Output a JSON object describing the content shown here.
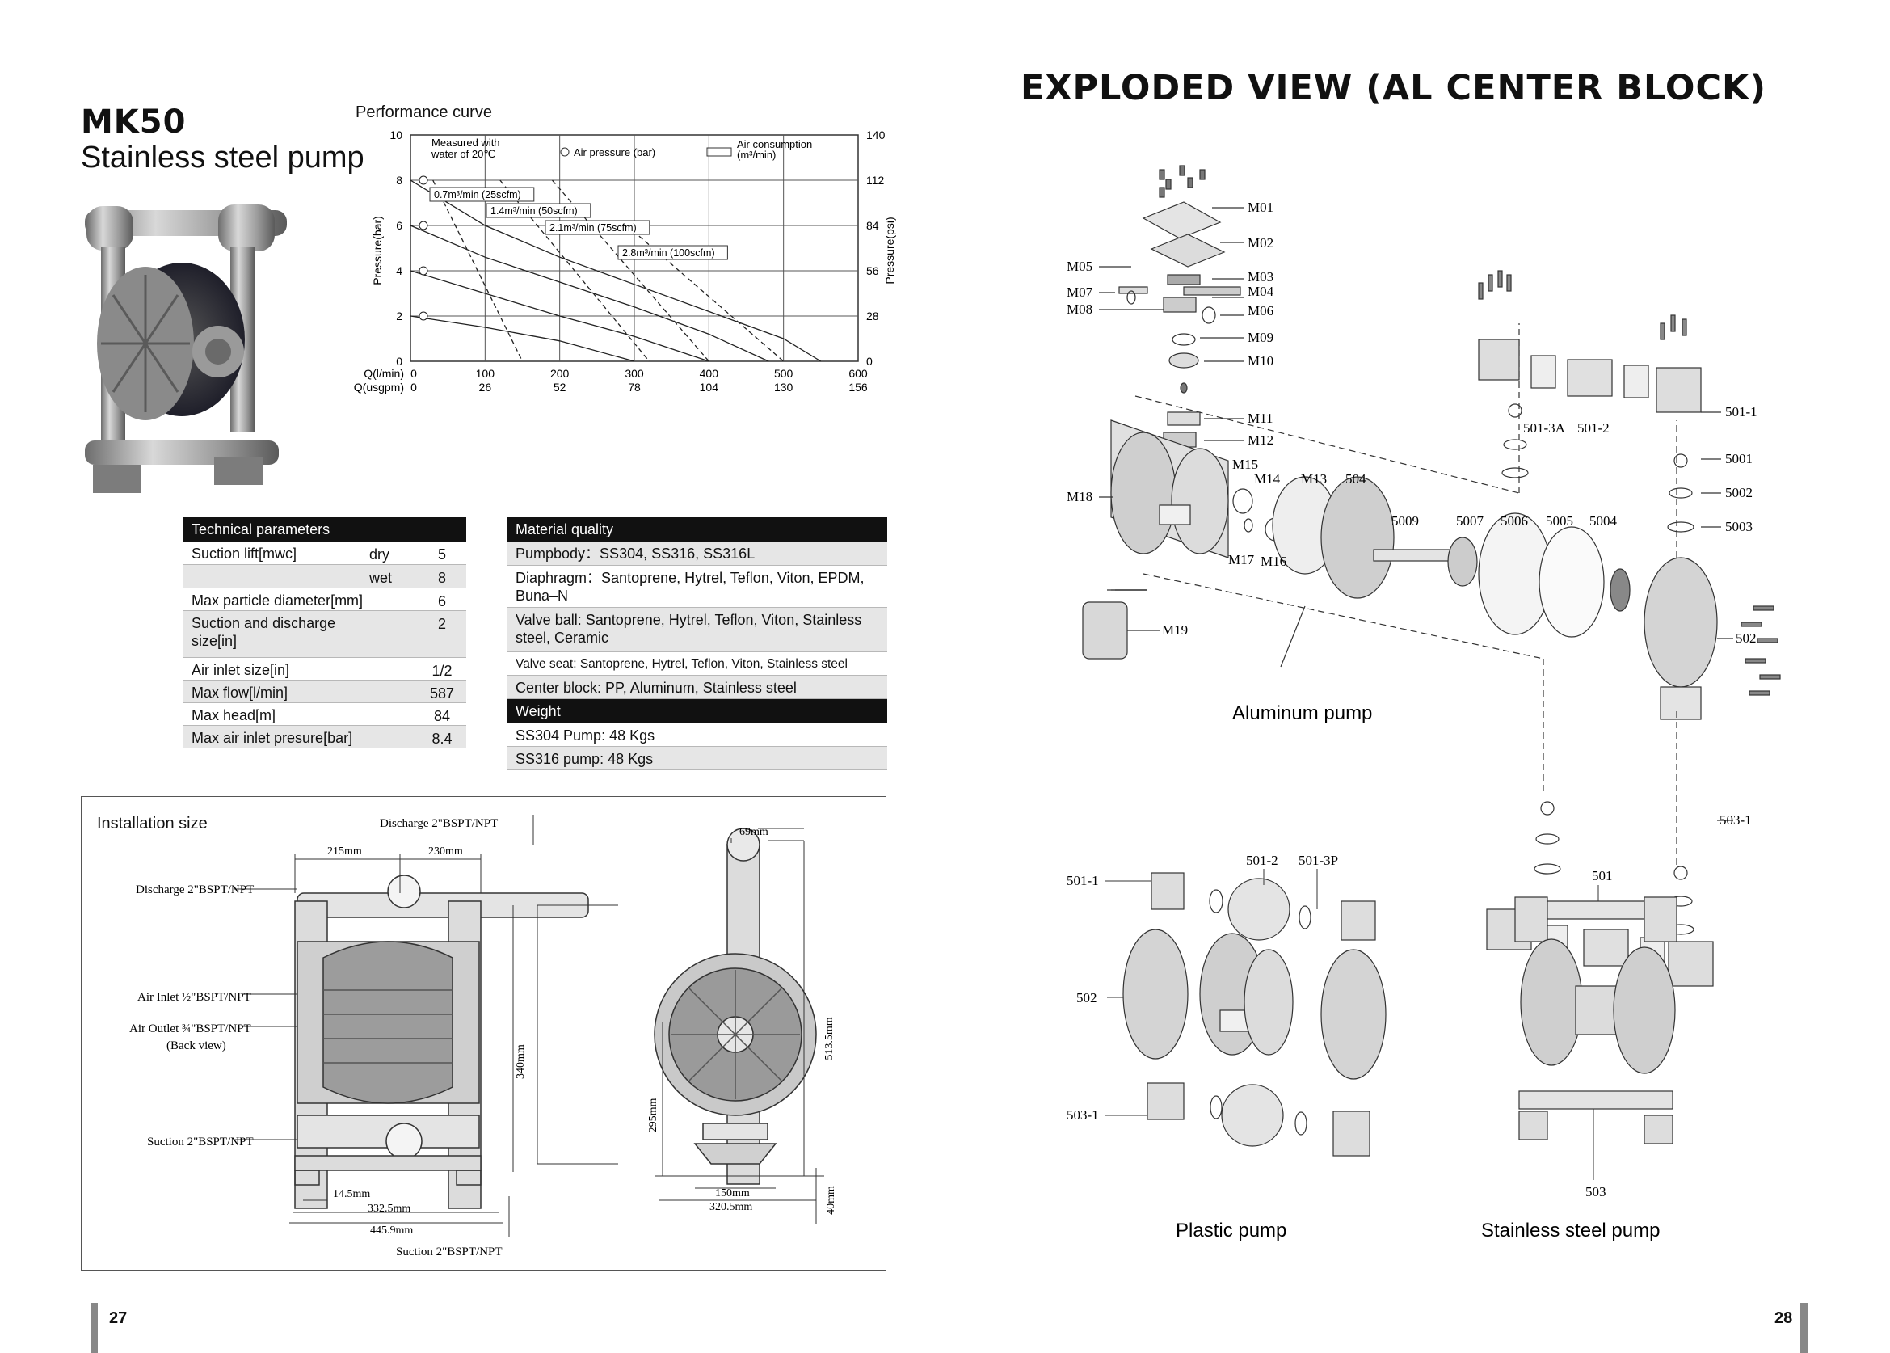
{
  "left_page": {
    "model": "MK50",
    "subtitle": "Stainless steel pump",
    "page_number": "27"
  },
  "performance": {
    "title": "Performance curve",
    "legend": {
      "measured": "Measured with water of 20℃",
      "air_pressure": "Air pressure (bar)",
      "air_consumption": "Air consumption (m³/min)"
    },
    "curve_labels": [
      "0.7m³/min (25scfm)",
      "1.4m³/min (50scfm)",
      "2.1m³/min (75scfm)",
      "2.8m³/min (100scfm)"
    ],
    "ylabel_left": "Pressure(bar)",
    "ylabel_right": "Pressure(psi)",
    "x_row1_label": "Q(l/min)",
    "x_row2_label": "Q(usgpm)",
    "x_lpm": [
      "0",
      "100",
      "200",
      "300",
      "400",
      "500",
      "600"
    ],
    "x_usgpm": [
      "0",
      "26",
      "52",
      "78",
      "104",
      "130",
      "156"
    ],
    "y_bar": [
      "10",
      "8",
      "6",
      "4",
      "2",
      "0"
    ],
    "y_psi": [
      "140",
      "112",
      "84",
      "56",
      "28",
      "0"
    ]
  },
  "chart_data": {
    "type": "line",
    "title": "Performance curve",
    "xlabel": "Q(l/min)",
    "ylabel": "Pressure(bar)",
    "xlim": [
      0,
      600
    ],
    "ylim": [
      0,
      10
    ],
    "grid": true,
    "series": [
      {
        "name": "",
        "style": "solid",
        "x": [
          0,
          100,
          200,
          300,
          400,
          500,
          550
        ],
        "y": [
          8.0,
          6.0,
          4.6,
          3.4,
          2.2,
          1.0,
          0
        ]
      },
      {
        "name": "",
        "style": "solid",
        "x": [
          0,
          100,
          200,
          300,
          400,
          480
        ],
        "y": [
          6.0,
          4.6,
          3.5,
          2.4,
          1.2,
          0
        ]
      },
      {
        "name": "",
        "style": "solid",
        "x": [
          0,
          100,
          200,
          300,
          400
        ],
        "y": [
          4.0,
          3.0,
          2.0,
          1.1,
          0
        ]
      },
      {
        "name": "",
        "style": "solid",
        "x": [
          0,
          100,
          200,
          300
        ],
        "y": [
          2.0,
          1.5,
          0.9,
          0
        ]
      },
      {
        "name": "0.7m³/min (25scfm)",
        "style": "dashed",
        "x": [
          30,
          150
        ],
        "y": [
          8.0,
          0
        ]
      },
      {
        "name": "1.4m³/min (50scfm)",
        "style": "dashed",
        "x": [
          120,
          320
        ],
        "y": [
          8.0,
          0
        ]
      },
      {
        "name": "2.1m³/min (75scfm)",
        "style": "dashed",
        "x": [
          190,
          400
        ],
        "y": [
          8.0,
          0
        ]
      },
      {
        "name": "2.8m³/min (100scfm)",
        "style": "dashed",
        "x": [
          290,
          500
        ],
        "y": [
          6.0,
          0
        ]
      }
    ]
  },
  "technical": {
    "header": "Technical parameters",
    "rows": [
      {
        "label": "Suction lift[mwc]",
        "sub": "dry",
        "value": "5"
      },
      {
        "label": "",
        "sub": "wet",
        "value": "8"
      },
      {
        "label": "Max particle diameter[mm]",
        "sub": "",
        "value": "6"
      },
      {
        "label": "Suction and discharge size[in]",
        "sub": "",
        "value": "2"
      },
      {
        "label": "Air inlet size[in]",
        "sub": "",
        "value": "1/2"
      },
      {
        "label": "Max flow[l/min]",
        "sub": "",
        "value": "587"
      },
      {
        "label": "Max head[m]",
        "sub": "",
        "value": "84"
      },
      {
        "label": "Max air inlet presure[bar]",
        "sub": "",
        "value": "8.4"
      }
    ]
  },
  "material": {
    "header": "Material quality",
    "rows": [
      "Pumpbody：SS304, SS316, SS316L",
      "Diaphragm：Santoprene, Hytrel, Teflon, Viton, EPDM, Buna–N",
      "Valve ball: Santoprene, Hytrel, Teflon, Viton, Stainless steel, Ceramic",
      "Valve seat: Santoprene, Hytrel, Teflon, Viton, Stainless steel",
      "Center block: PP, Aluminum, Stainless steel"
    ],
    "weight_header": "Weight",
    "weight_rows": [
      "SS304 Pump: 48 Kgs",
      "SS316 pump: 48 Kgs"
    ]
  },
  "installation": {
    "title": "Installation size",
    "labels": {
      "discharge_top": "Discharge 2\"BSPT/NPT",
      "discharge_left": "Discharge 2\"BSPT/NPT",
      "air_inlet": "Air Inlet ½\"BSPT/NPT",
      "air_outlet": "Air Outlet ¾\"BSPT/NPT",
      "back_view": "(Back view)",
      "suction_left": "Suction 2\"BSPT/NPT",
      "suction_bottom": "Suction 2\"BSPT/NPT"
    },
    "dims": {
      "d215": "215mm",
      "d230": "230mm",
      "d340": "340mm",
      "d14": "14.5mm",
      "d332": "332.5mm",
      "d445": "445.9mm",
      "d69": "69mm",
      "d513": "513.5mm",
      "d295": "295mm",
      "d150": "150mm",
      "d320": "320.5mm",
      "d40": "40mm"
    }
  },
  "right_page": {
    "title": "EXPLODED VIEW (AL CENTER BLOCK)",
    "page_number": "28",
    "parts_left": [
      "M01",
      "M02",
      "M03",
      "M04",
      "M05",
      "M06",
      "M07",
      "M08",
      "M09",
      "M10",
      "M11",
      "M12",
      "M13",
      "M14",
      "M15",
      "M16",
      "M17",
      "M18",
      "M19"
    ],
    "parts_mid": [
      "504",
      "5009",
      "5007",
      "5006",
      "5005",
      "5004"
    ],
    "parts_right": [
      "501-1",
      "501-3A",
      "501-2",
      "5001",
      "5002",
      "5003",
      "502",
      "503-1"
    ],
    "caption_aluminum": "Aluminum pump",
    "plastic_labels": [
      "501-1",
      "501-2",
      "501-3P",
      "502",
      "503-1"
    ],
    "caption_plastic": "Plastic pump",
    "ss_labels": [
      "501",
      "503"
    ],
    "caption_ss": "Stainless steel pump"
  }
}
